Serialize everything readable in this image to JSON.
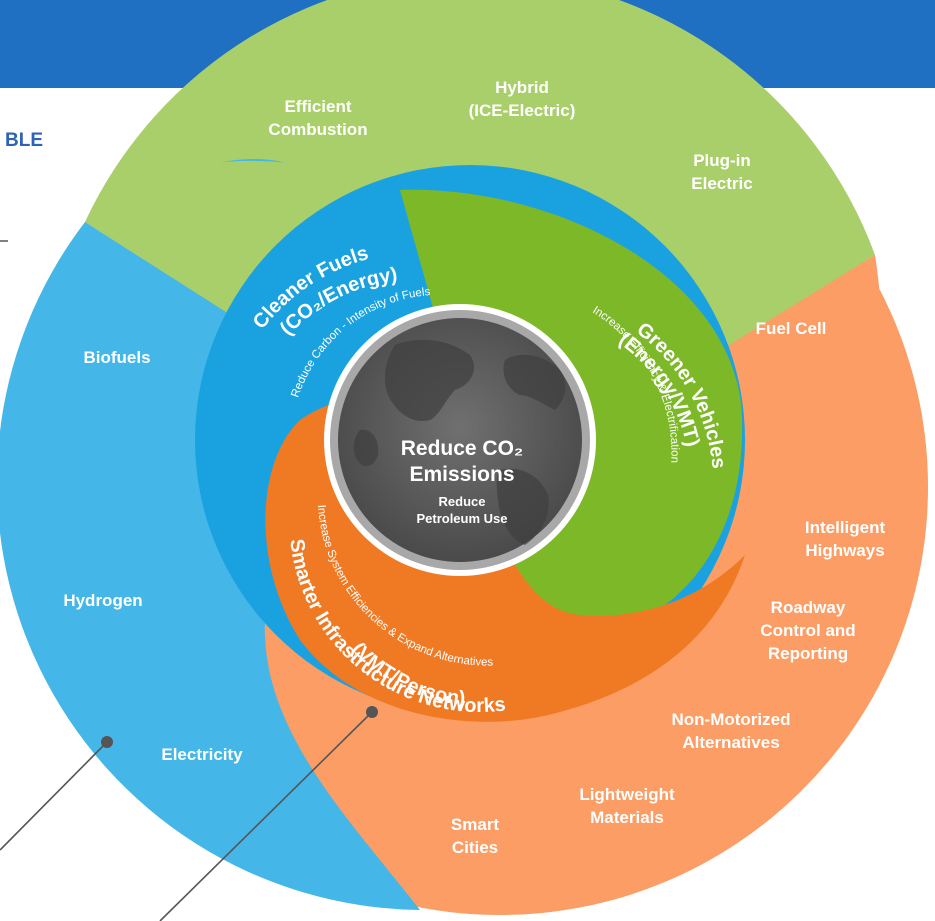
{
  "header": {
    "cut_heading": "BLE",
    "color": "#1f6fc2"
  },
  "center": {
    "title_line1": "Reduce CO₂",
    "title_line2": "Emissions",
    "sub_line1": "Reduce",
    "sub_line2": "Petroleum Use"
  },
  "inner": {
    "fuels": {
      "title_line1": "Cleaner Fuels",
      "title_line2": "(CO₂/Energy)",
      "desc": "Reduce Carbon - Intensity of Fuels",
      "color": "#1aa2e0"
    },
    "vehicles": {
      "title_line1": "Greener Vehicles",
      "title_line2": "(Energy/VMT)",
      "desc": "Increase Efficiency  & Electrification",
      "color": "#7db829"
    },
    "infra": {
      "title_line1": "Smarter Infrastructure Networks",
      "title_line2": "(VMT/Person)",
      "desc": "Increase System Efficiencies & Expand Alternatives",
      "color": "#f07a24"
    }
  },
  "outer": {
    "green": [
      "Efficient Combustion",
      "Hybrid (ICE-Electric)",
      "Plug-in Electric",
      "Fuel Cell"
    ],
    "blue": [
      "Biofuels",
      "Hydrogen",
      "Electricity"
    ],
    "orange": [
      "Intelligent Highways",
      "Roadway Control and Reporting",
      "Non-Motorized Alternatives",
      "Lightweight Materials",
      "Smart Cities"
    ],
    "colors": {
      "green": "#a8cf6a",
      "blue": "#45b6e8",
      "orange": "#fb9d64"
    }
  }
}
